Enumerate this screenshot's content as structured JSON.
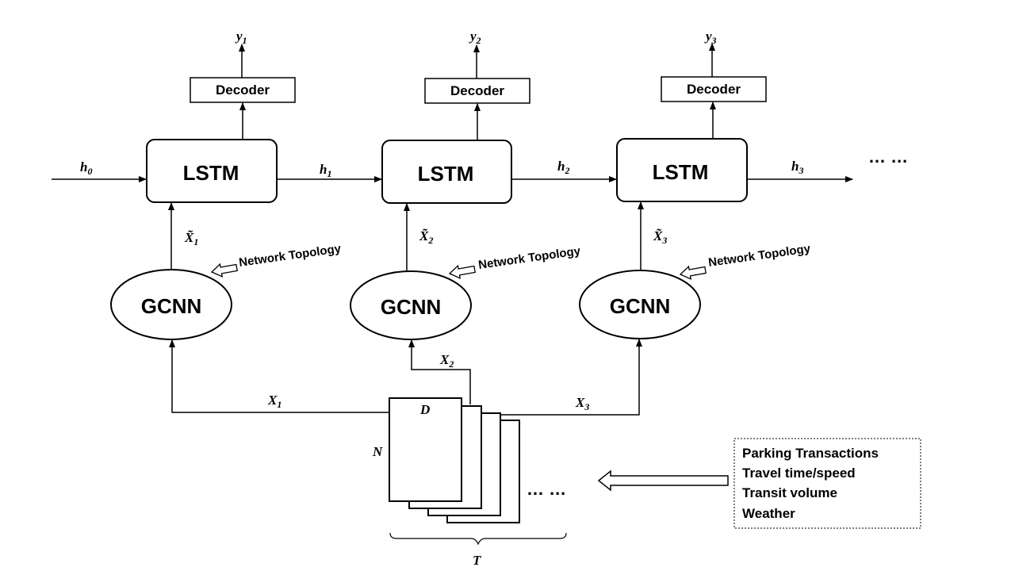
{
  "outputs": [
    {
      "var": "y",
      "sub": "1"
    },
    {
      "var": "y",
      "sub": "2"
    },
    {
      "var": "y",
      "sub": "3"
    }
  ],
  "decoders": [
    "Decoder",
    "Decoder",
    "Decoder"
  ],
  "lstms": [
    "LSTM",
    "LSTM",
    "LSTM"
  ],
  "hidden": [
    {
      "var": "h",
      "sub": "0"
    },
    {
      "var": "h",
      "sub": "1"
    },
    {
      "var": "h",
      "sub": "2"
    },
    {
      "var": "h",
      "sub": "3"
    }
  ],
  "trailing_ellipsis": "… …",
  "graph_features": [
    {
      "var": "X̃",
      "sub": "1"
    },
    {
      "var": "X̃",
      "sub": "2"
    },
    {
      "var": "X̃",
      "sub": "3"
    }
  ],
  "topology_labels": [
    "Network Topology",
    "Network Topology",
    "Network Topology"
  ],
  "gcnns": [
    "GCNN",
    "GCNN",
    "GCNN"
  ],
  "inputs": [
    {
      "var": "X",
      "sub": "1"
    },
    {
      "var": "X",
      "sub": "2"
    },
    {
      "var": "X",
      "sub": "3"
    }
  ],
  "tensor": {
    "depth_label": "D",
    "nodes_label": "N",
    "time_label": "T",
    "stack_ellipsis": "… …"
  },
  "data_sources": [
    "Parking Transactions",
    "Travel time/speed",
    "Transit volume",
    "Weather"
  ]
}
